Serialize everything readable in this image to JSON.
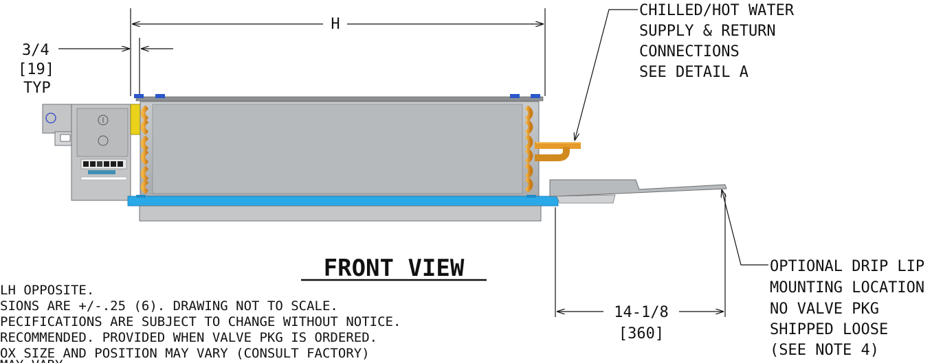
{
  "view_title": "FRONT VIEW",
  "dimensions": {
    "h_label": "H",
    "flange_label": "3/4",
    "flange_mm": "[19]",
    "flange_note": "TYP",
    "drip_lip_label": "14-1/8",
    "drip_lip_mm": "[360]"
  },
  "callouts": {
    "water": [
      "CHILLED/HOT WATER",
      "SUPPLY & RETURN",
      "CONNECTIONS",
      "SEE DETAIL A"
    ],
    "drip_lip": [
      "OPTIONAL DRIP LIP",
      "MOUNTING LOCATION",
      "NO VALVE PKG",
      "SHIPPED LOOSE",
      "(SEE NOTE 4)"
    ]
  },
  "notes": [
    "LH OPPOSITE.",
    "SIONS ARE +/-.25 (6). DRAWING NOT TO SCALE.",
    "PECIFICATIONS ARE SUBJECT TO CHANGE WITHOUT NOTICE.",
    "RECOMMENDED. PROVIDED WHEN VALVE PKG IS ORDERED.",
    "OX SIZE AND POSITION MAY VARY (CONSULT FACTORY)",
    "MAY VARY"
  ],
  "colors": {
    "coil_body": "#b7babd",
    "drain_pan": "#29a9e8",
    "copper": "#e59a2a",
    "yellow_panel": "#ead21b",
    "control_box": "#c3c5c7"
  }
}
